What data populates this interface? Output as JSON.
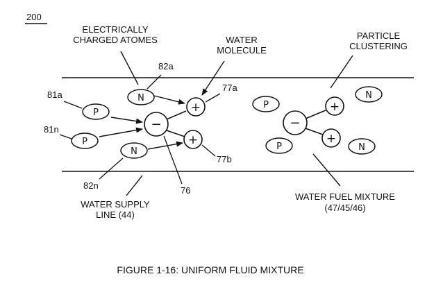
{
  "figure_number": "200",
  "caption": "FIGURE 1-16: UNIFORM  FLUID MIXTURE",
  "labels": {
    "electrically_charged_1": "ELECTRICALLY",
    "electrically_charged_2": "CHARGED ATOMES",
    "water_molecule_1": "WATER",
    "water_molecule_2": "MOLECULE",
    "particle_clustering_1": "PARTICLE",
    "particle_clustering_2": "CLUSTERING",
    "water_supply_1": "WATER SUPPLY",
    "water_supply_2": "LINE (44)",
    "water_fuel_1": "WATER FUEL MIXTURE",
    "water_fuel_2": "(47/45/46)"
  },
  "refs": {
    "r82a": "82a",
    "r81a": "81a",
    "r81n": "81n",
    "r82n": "82n",
    "r77a": "77a",
    "r77b": "77b",
    "r76": "76"
  },
  "particles": {
    "n": "N",
    "p": "P",
    "plus": "+",
    "minus": "−"
  }
}
